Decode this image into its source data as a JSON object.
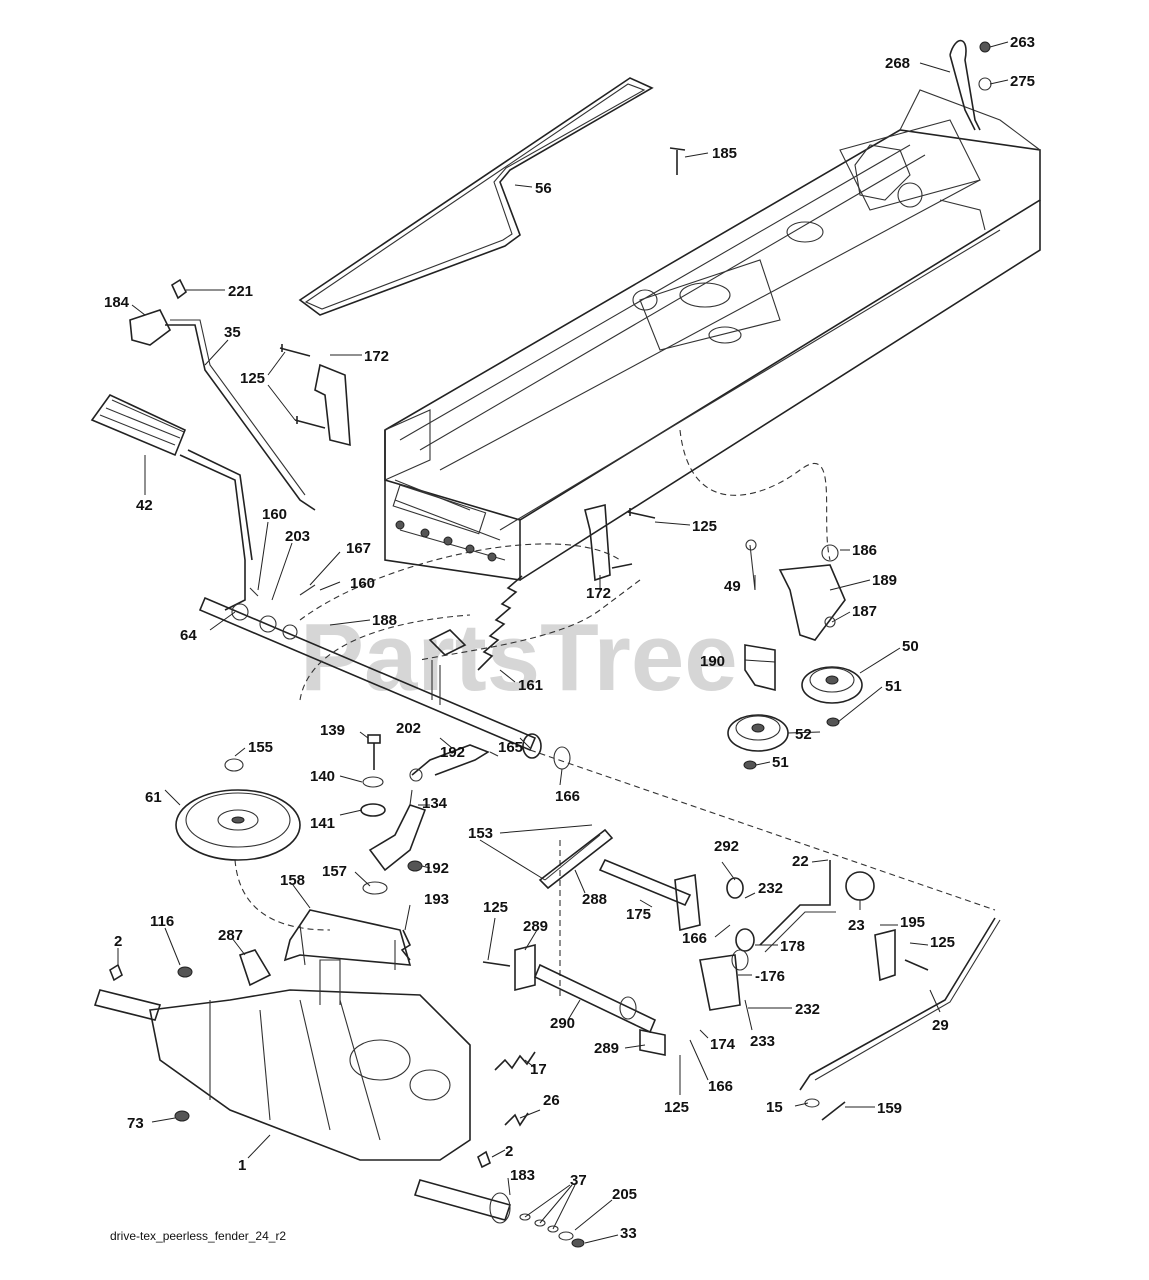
{
  "diagram": {
    "watermark": "PartsTree",
    "caption": "drive-tex_peerless_fender_24_r2",
    "labels": {
      "l263": "263",
      "l268": "268",
      "l275": "275",
      "l185": "185",
      "l56": "56",
      "l221": "221",
      "l184": "184",
      "l35": "35",
      "l172a": "172",
      "l125a": "125",
      "l42": "42",
      "l160a": "160",
      "l203": "203",
      "l167": "167",
      "l160b": "160",
      "l125b": "125",
      "l172b": "172",
      "l186": "186",
      "l49": "49",
      "l189": "189",
      "l187": "187",
      "l64": "64",
      "l188": "188",
      "l161": "161",
      "l190": "190",
      "l50": "50",
      "l51a": "51",
      "l52": "52",
      "l51b": "51",
      "l139": "139",
      "l202": "202",
      "l155": "155",
      "l140": "140",
      "l192a": "192",
      "l165": "165",
      "l166a": "166",
      "l61": "61",
      "l141": "141",
      "l134": "134",
      "l153": "153",
      "l292": "292",
      "l22": "22",
      "l157": "157",
      "l192b": "192",
      "l288": "288",
      "l232a": "232",
      "l158": "158",
      "l193": "193",
      "l175": "175",
      "l23": "23",
      "l195": "195",
      "l125c": "125",
      "l289a": "289",
      "l166b": "166",
      "l178": "178",
      "l125d": "125",
      "l116": "116",
      "l287": "287",
      "l2a": "2",
      "l176": "-176",
      "l232b": "232",
      "l29": "29",
      "l290": "290",
      "l233": "233",
      "l289b": "289",
      "l174": "174",
      "l17": "17",
      "l166c": "166",
      "l26": "26",
      "l73": "73",
      "l125e": "125",
      "l15": "15",
      "l159": "159",
      "l1": "1",
      "l2b": "2",
      "l183": "183",
      "l37": "37",
      "l205": "205",
      "l33": "33"
    }
  }
}
